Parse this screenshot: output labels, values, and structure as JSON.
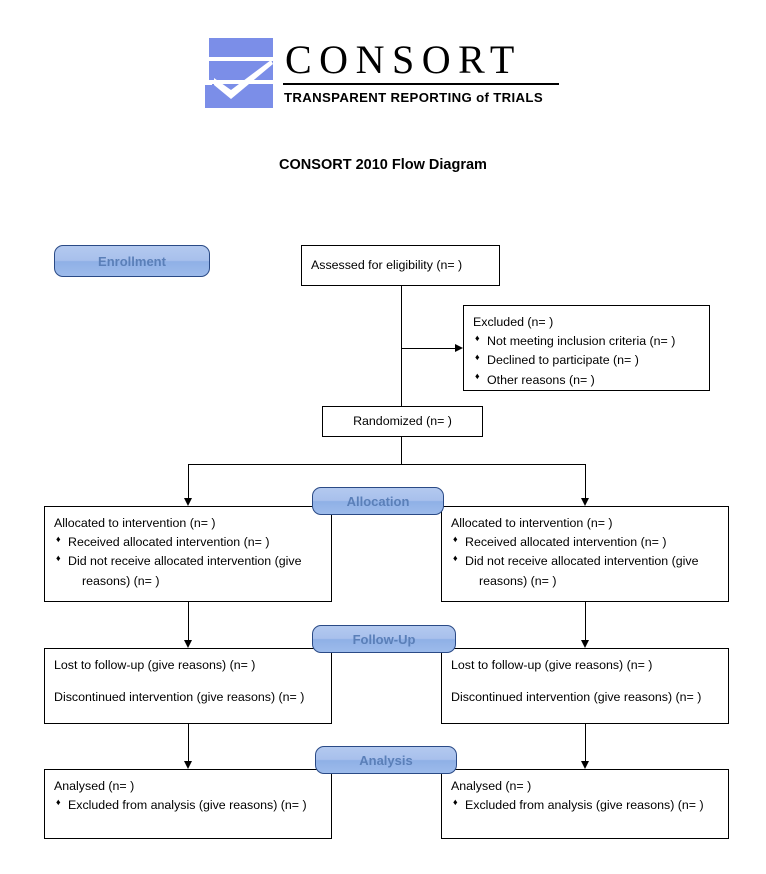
{
  "logo": {
    "wordmark": "CONSORT",
    "tagline": "TRANSPARENT REPORTING of TRIALS",
    "mark_color": "#7b8ee8",
    "check_color": "#ffffff"
  },
  "title": "CONSORT 2010 Flow Diagram",
  "stages": {
    "enrollment": "Enrollment",
    "allocation": "Allocation",
    "followup": "Follow-Up",
    "analysis": "Analysis"
  },
  "boxes": {
    "assessed": {
      "text": "Assessed for eligibility (n=  )"
    },
    "excluded": {
      "heading": "Excluded  (n=   )",
      "items": [
        "Not meeting inclusion criteria (n=  )",
        "Declined to participate (n=  )",
        "Other reasons (n=  )"
      ]
    },
    "randomized": {
      "text": "Randomized (n=  )"
    },
    "allocation_left": {
      "heading": "Allocated to intervention (n=  )",
      "items": [
        "Received allocated intervention (n=   )",
        "Did not receive allocated intervention (give"
      ],
      "item2_wrap": "reasons) (n=  )"
    },
    "allocation_right": {
      "heading": "Allocated to intervention (n=  )",
      "items": [
        "Received allocated intervention (n=   )",
        "Did not receive allocated intervention (give"
      ],
      "item2_wrap": "reasons) (n=  )"
    },
    "followup_left": {
      "line1": "Lost to follow-up (give reasons) (n=  )",
      "line2": "Discontinued intervention (give reasons) (n=  )"
    },
    "followup_right": {
      "line1": "Lost to follow-up (give reasons) (n=  )",
      "line2": "Discontinued intervention (give reasons) (n=  )"
    },
    "analysis_left": {
      "heading": "Analysed  (n=  )",
      "items": [
        "Excluded from analysis (give reasons) (n=  )"
      ]
    },
    "analysis_right": {
      "heading": "Analysed  (n=  )",
      "items": [
        "Excluded from analysis (give reasons) (n=  )"
      ]
    }
  },
  "colors": {
    "stage_fill": "#a8c0ec",
    "stage_border": "#2a4a86",
    "stage_text": "#5a7fb8",
    "box_border": "#000000",
    "connector": "#000000"
  }
}
